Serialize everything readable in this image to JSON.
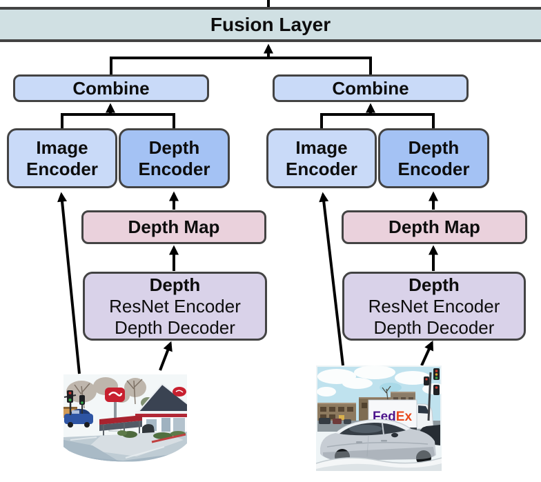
{
  "fusion": {
    "label": "Fusion Layer"
  },
  "branches": [
    {
      "combine": "Combine",
      "image_encoder_line1": "Image",
      "image_encoder_line2": "Encoder",
      "depth_encoder_line1": "Depth",
      "depth_encoder_line2": "Encoder",
      "depth_map": "Depth Map",
      "depth_module_line1": "Depth",
      "depth_module_line2": "ResNet Encoder",
      "depth_module_line3": "Depth Decoder",
      "photo": "fast-food-restaurant-street-scene"
    },
    {
      "combine": "Combine",
      "image_encoder_line1": "Image",
      "image_encoder_line2": "Encoder",
      "depth_encoder_line1": "Depth",
      "depth_encoder_line2": "Encoder",
      "depth_map": "Depth Map",
      "depth_module_line1": "Depth",
      "depth_module_line2": "ResNet Encoder",
      "depth_module_line3": "Depth Decoder",
      "photo": "fedex-truck-street-scene",
      "truck_logo_fed": "Fed",
      "truck_logo_ex": "Ex"
    }
  ],
  "colors": {
    "fusion_fill": "#D0E0E3",
    "box_border": "#434343",
    "combine_fill": "#C9DAF8",
    "image_encoder_fill": "#C9DAF8",
    "depth_encoder_fill": "#A4C2F4",
    "depth_map_fill": "#EAD1DC",
    "depth_module_fill": "#D9D2E9",
    "connector": "#000000",
    "fedex_purple": "#4D148C",
    "fedex_orange": "#E8491D"
  }
}
